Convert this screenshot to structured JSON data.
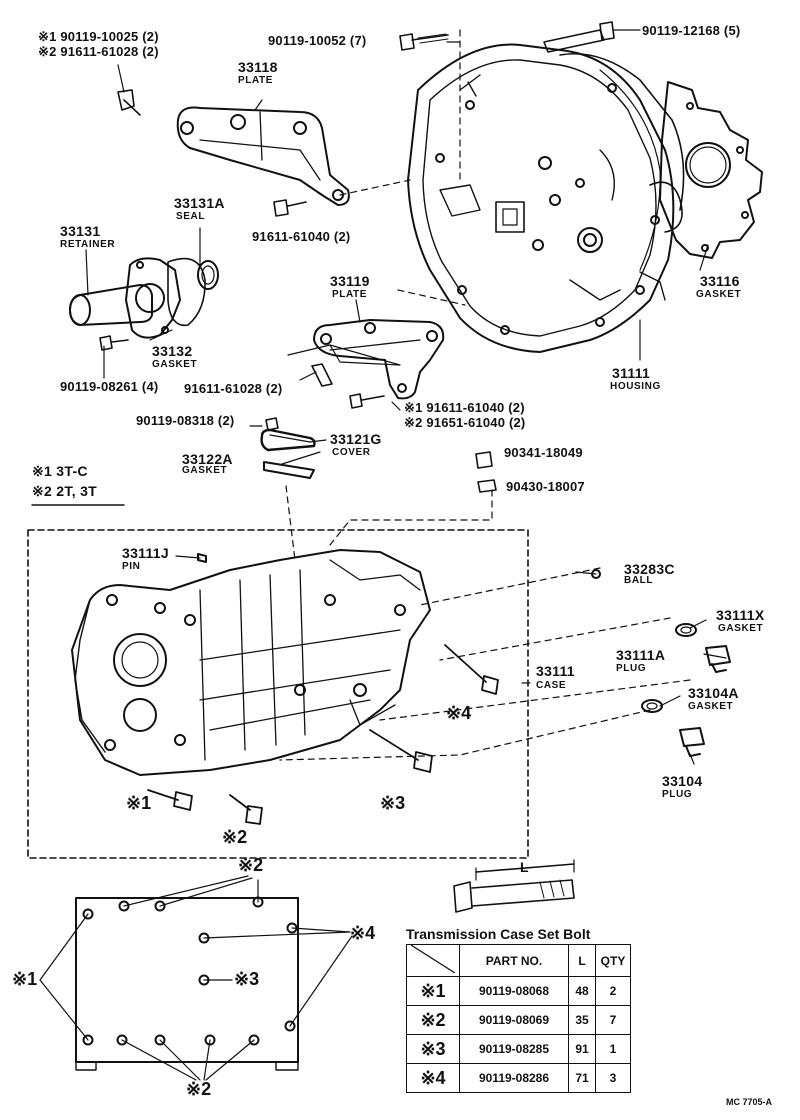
{
  "labels": {
    "c1": "※1 90119-10025 (2)",
    "c2": "※2 91611-61028 (2)",
    "p33118": "33118",
    "plate1": "PLATE",
    "b10052": "90119-10052 (7)",
    "b12168": "90119-12168 (5)",
    "p33131A": "33131A",
    "seal": "SEAL",
    "p33131": "33131",
    "retainer": "RETAINER",
    "b61040": "91611-61040 (2)",
    "p33116": "33116",
    "gasket1": "GASKET",
    "p33119": "33119",
    "plate2": "PLATE",
    "p33132": "33132",
    "gasket2": "GASKET",
    "b08261": "90119-08261 (4)",
    "b61028": "91611-61028 (2)",
    "p31111": "31111",
    "housing": "HOUSING",
    "c3": "※1 91611-61040 (2)",
    "c4": "※2 91651-61040 (2)",
    "b08318": "90119-08318 (2)",
    "p33121G": "33121G",
    "cover": "COVER",
    "p33122A": "33122A",
    "gasket3": "GASKET",
    "b18049": "90341-18049",
    "b18007": "90430-18007",
    "key1": "※1 3T-C",
    "key2": "※2 2T, 3T",
    "p33111J": "33111J",
    "pin": "PIN",
    "p33283C": "33283C",
    "ball": "BALL",
    "p33111X": "33111X",
    "gasket4": "GASKET",
    "p33111A": "33111A",
    "plug1": "PLUG",
    "p33111": "33111",
    "case": "CASE",
    "p33104A": "33104A",
    "gasket5": "GASKET",
    "p33104": "33104",
    "plug2": "PLUG",
    "m1a": "※1",
    "m2a": "※2",
    "m3a": "※3",
    "m4a": "※4",
    "m2b": "※2",
    "m4b": "※4",
    "m1b": "※1",
    "m3b": "※3",
    "m2c": "※2",
    "dimL": "L",
    "footer": "MC 7705-A"
  },
  "table": {
    "title": "Transmission Case Set Bolt",
    "headers": [
      "",
      "PART NO.",
      "L",
      "QTY"
    ],
    "rows": [
      {
        "mark": "※1",
        "part": "90119-08068",
        "l": "48",
        "qty": "2"
      },
      {
        "mark": "※2",
        "part": "90119-08069",
        "l": "35",
        "qty": "7"
      },
      {
        "mark": "※3",
        "part": "90119-08285",
        "l": "91",
        "qty": "1"
      },
      {
        "mark": "※4",
        "part": "90119-08286",
        "l": "71",
        "qty": "3"
      }
    ]
  }
}
